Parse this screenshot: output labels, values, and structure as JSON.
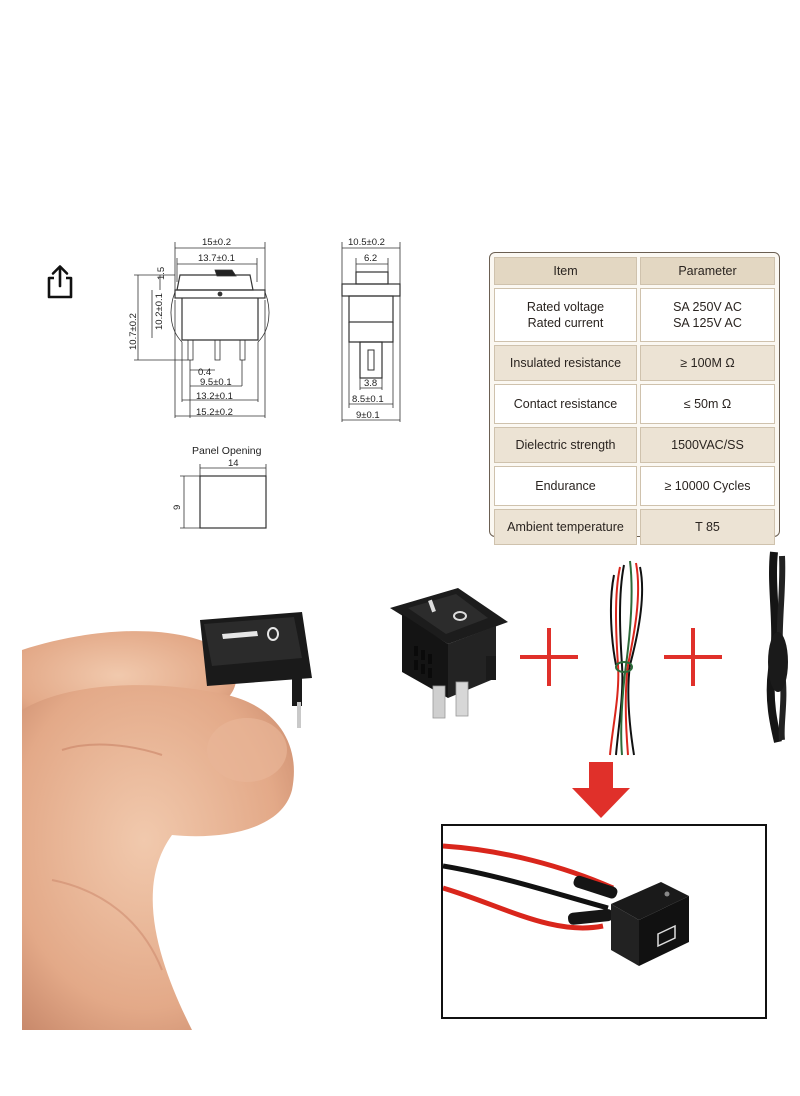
{
  "drawing": {
    "front": {
      "width_top": "15±0.2",
      "rocker_width": "13.7±0.1",
      "rocker_height": "1.5",
      "height_total": "10.7±0.2",
      "height_body": "10.2±0.1",
      "pin_offset": "0.4",
      "pin_pitch": "9.5±0.1",
      "body_width": "13.2±0.1",
      "base_width": "15.2±0.2"
    },
    "side": {
      "width_top": "10.5±0.2",
      "rocker_width": "6.2",
      "pin_width": "3.8",
      "body_width": "8.5±0.1",
      "base_width": "9±0.1"
    },
    "panel": {
      "title": "Panel Opening",
      "width": "14",
      "height": "9"
    }
  },
  "spec_table": {
    "headers": [
      "Item",
      "Parameter"
    ],
    "rows": [
      {
        "item": "Rated voltage\nRated current",
        "value": "SA 250V AC\nSA 125V AC",
        "shade": false
      },
      {
        "item": "Insulated resistance",
        "value": "≥ 100M Ω",
        "shade": true
      },
      {
        "item": "Contact resistance",
        "value": "≤ 50m Ω",
        "shade": false
      },
      {
        "item": "Dielectric strength",
        "value": "1500VAC/SS",
        "shade": true
      },
      {
        "item": "Endurance",
        "value": "≥ 10000 Cycles",
        "shade": false
      },
      {
        "item": "Ambient temperature",
        "value": "T 85",
        "shade": true
      }
    ]
  },
  "switch_symbols": {
    "on": "I",
    "off": "O"
  },
  "colors": {
    "accent_red": "#e0302a",
    "wire_red": "#d9261c",
    "wire_black": "#111111",
    "wire_green": "#2d6b3a",
    "table_header": "#e3d7c2",
    "table_shade": "#ece3d4"
  },
  "icons": [
    "share-icon"
  ]
}
